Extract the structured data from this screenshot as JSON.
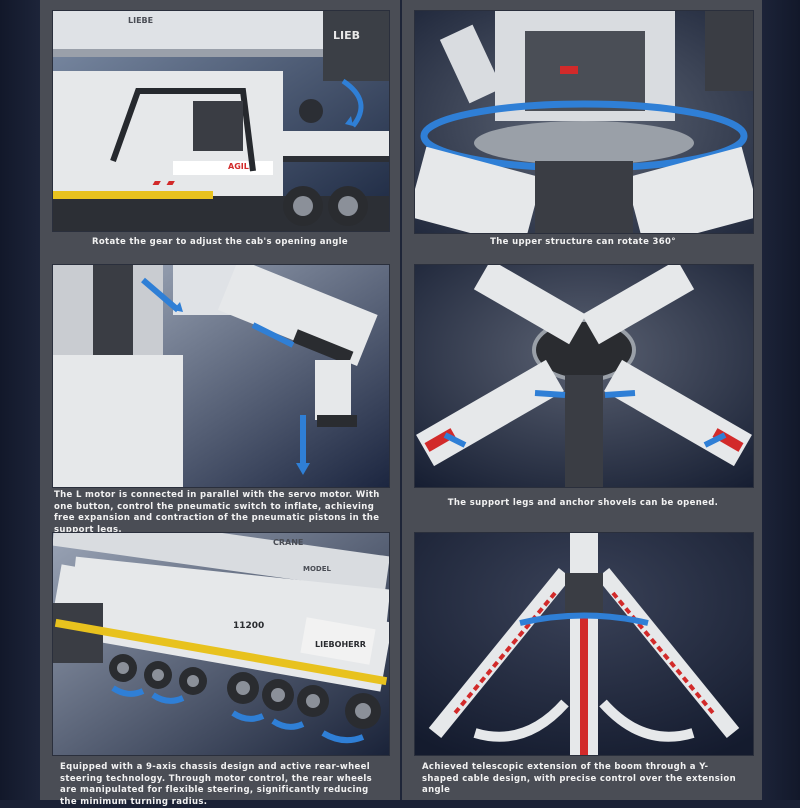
{
  "panels": [
    {
      "id": "cab-angle",
      "caption": "Rotate the gear to adjust the cab's opening angle",
      "labels": [
        "LIEB",
        "LIEBE",
        "AGILE"
      ]
    },
    {
      "id": "upper-rotation",
      "caption": "The upper structure can rotate 360°",
      "labels": []
    },
    {
      "id": "pneumatic-legs",
      "caption": "The L motor is connected in parallel with the servo motor. With one button, control the pneumatic switch to inflate, achieving free expansion and contraction of the pneumatic pistons in the support legs.",
      "labels": []
    },
    {
      "id": "support-legs",
      "caption": "The support legs and anchor shovels can be opened.",
      "labels": []
    },
    {
      "id": "chassis-steering",
      "caption": "Equipped with a 9-axis chassis design and active rear-wheel steering technology. Through motor control, the rear wheels are manipulated for flexible steering, significantly reducing the minimum turning radius.",
      "labels": [
        "CRANE",
        "MODEL",
        "11200",
        "LIEBOHERR"
      ]
    },
    {
      "id": "boom-extension",
      "caption": "Achieved telescopic extension of the boom through a Y-shaped cable design, with precise control over the extension angle",
      "labels": []
    }
  ],
  "colors": {
    "background": "#1b2236",
    "column": "#4a4d55",
    "caption_text": "#f2f2f2",
    "arrow_blue": "#2f7fd6",
    "model_white": "#e6e8ea",
    "model_dark": "#3a3d44",
    "accent_red": "#d22a2a",
    "accent_yellow": "#e8c21e"
  }
}
